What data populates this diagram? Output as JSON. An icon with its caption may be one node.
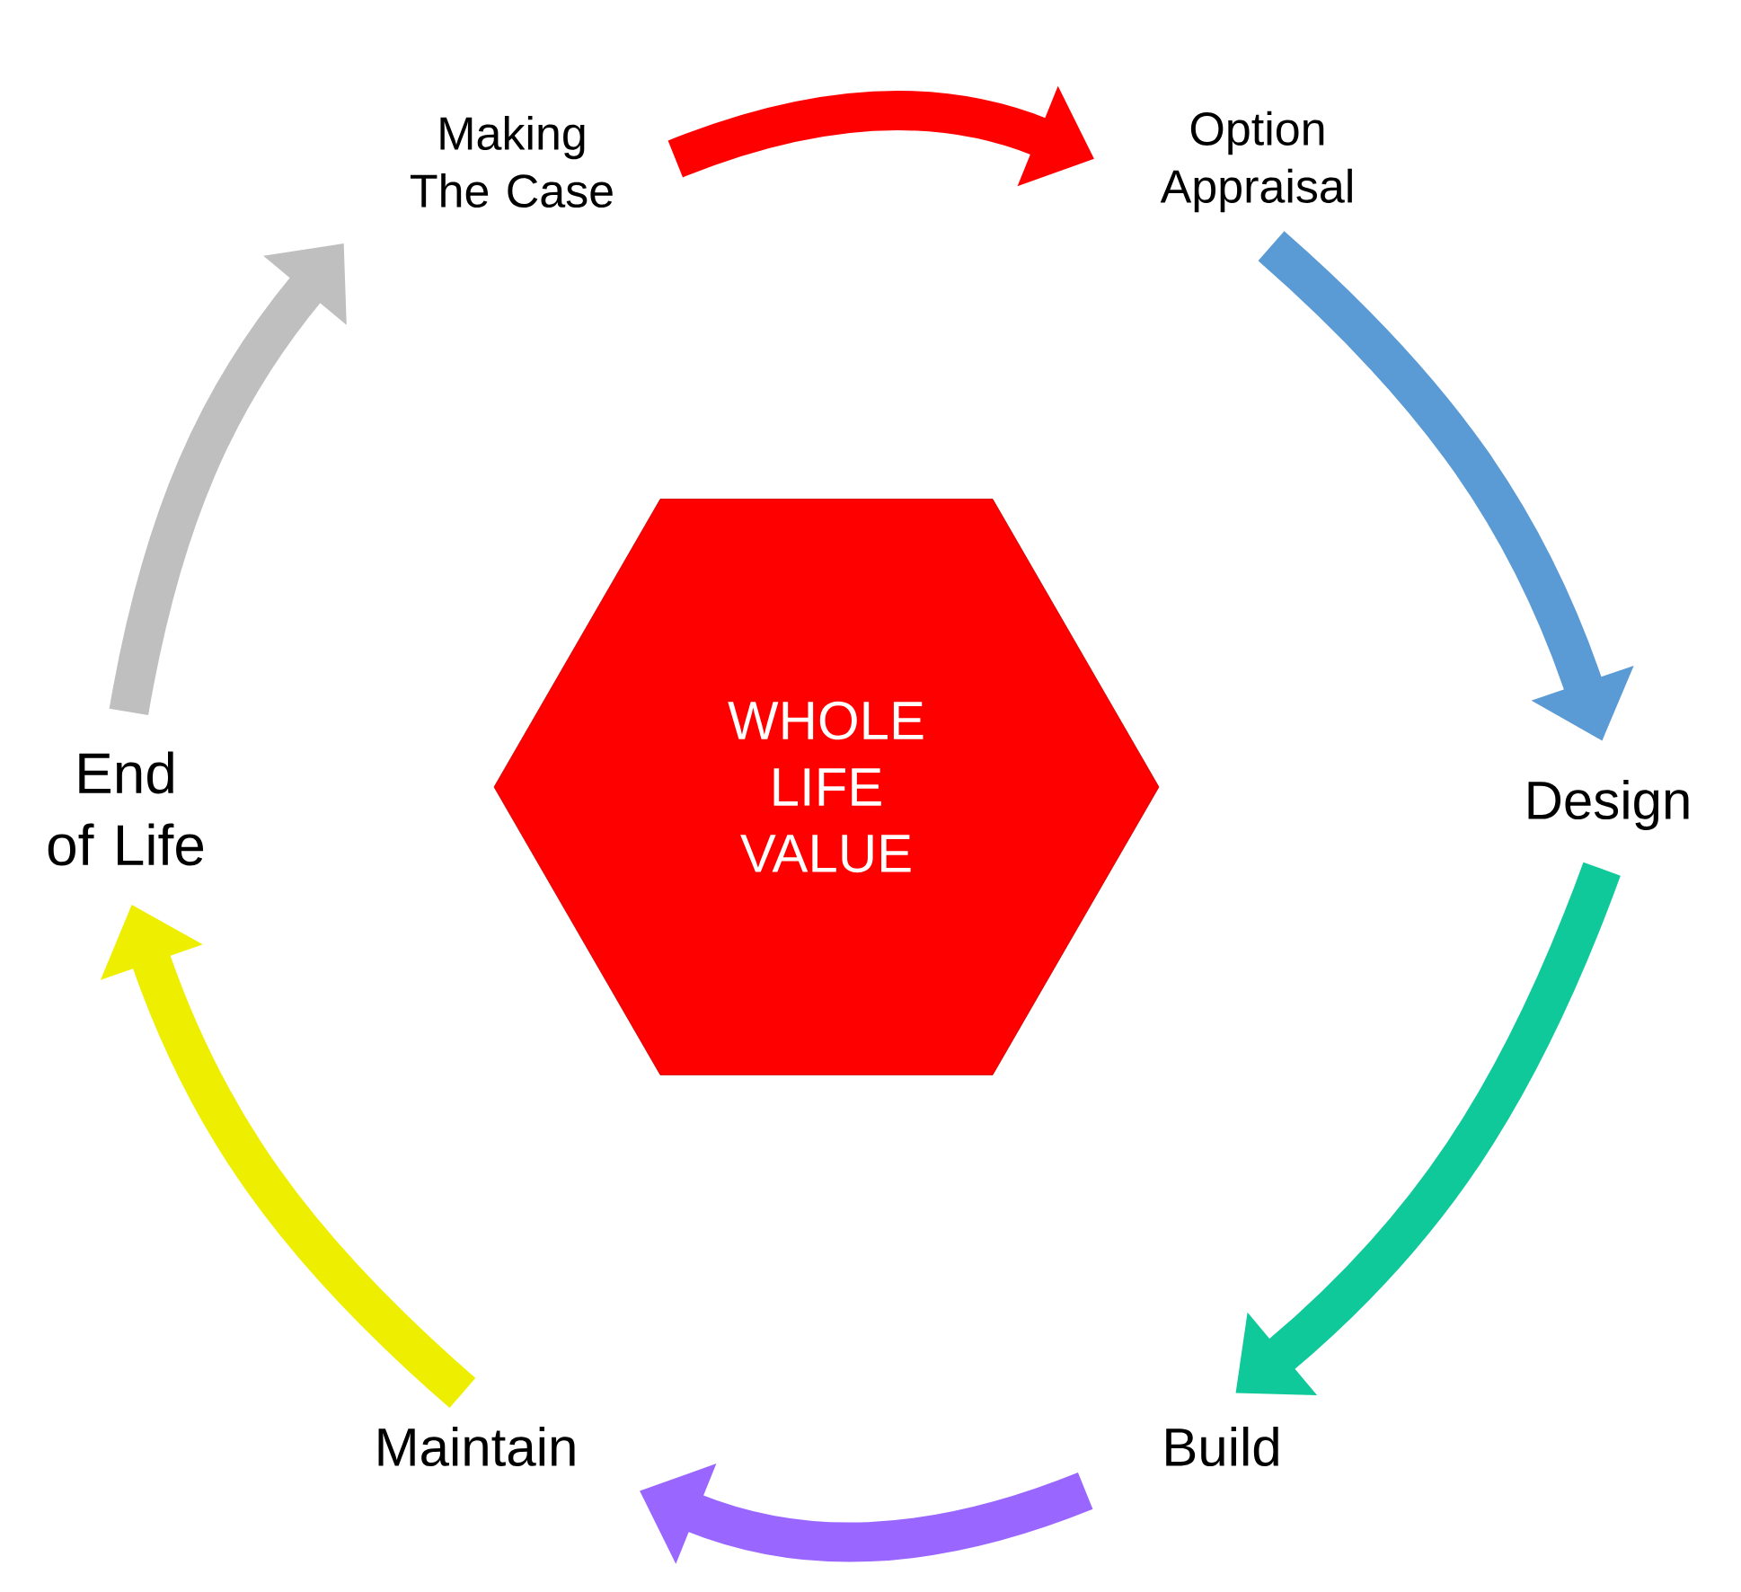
{
  "diagram": {
    "nodes": [
      {
        "text": [
          "WHOLE LIFE VALUE"
        ]
      },
      {
        "text": [
          "Making The Case"
        ]
      },
      {
        "text": [
          "Option Appraisal"
        ]
      },
      {
        "text": [
          "Design"
        ]
      },
      {
        "text": [
          "Build"
        ]
      },
      {
        "text": [
          "Maintain"
        ]
      },
      {
        "text": [
          "End of Life"
        ]
      }
    ],
    "edges": [
      {
        "from": 1,
        "to": 2,
        "arrow": "to",
        "color": "#ff0000"
      },
      {
        "from": 2,
        "to": 3,
        "arrow": "to",
        "color": "#5b9bd5"
      },
      {
        "from": 3,
        "to": 4,
        "arrow": "to",
        "color": "#10c99a"
      },
      {
        "from": 4,
        "to": 5,
        "arrow": "to",
        "color": "#9966ff"
      },
      {
        "from": 5,
        "to": 6,
        "arrow": "to",
        "color": "#eeee00"
      },
      {
        "from": 6,
        "to": 1,
        "arrow": "to",
        "color": "#bfbfbf"
      }
    ]
  }
}
